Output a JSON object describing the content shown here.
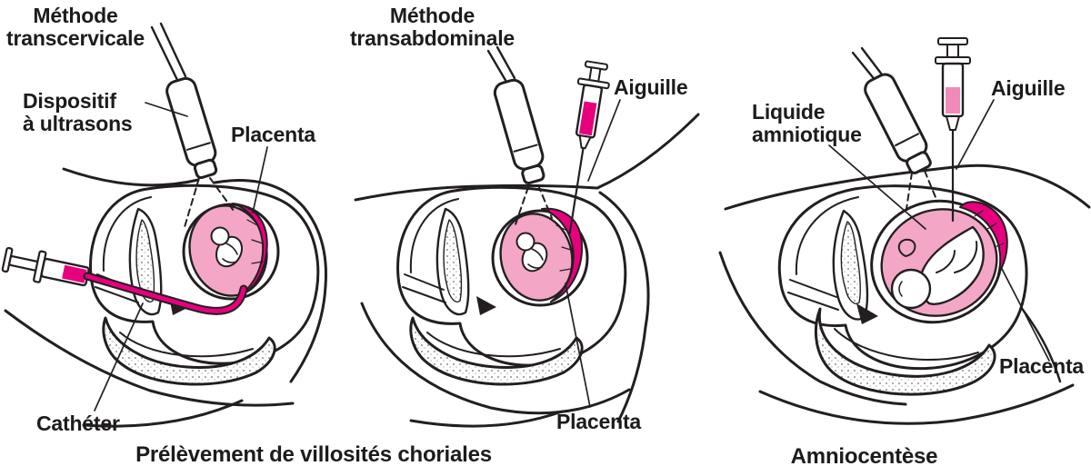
{
  "figure": {
    "panels": [
      {
        "id": "methode-transcervicale",
        "method_label": "Méthode\ntranscervicale",
        "device_label": "Dispositif\nà ultrasons",
        "placenta_label": "Placenta",
        "catheter_label": "Cathéter"
      },
      {
        "id": "methode-transabdominale",
        "method_label": "Méthode\ntransabdominale",
        "needle_label": "Aiguille",
        "placenta_label": "Placenta"
      },
      {
        "id": "amniocentese",
        "fluid_label": "Liquide\namniotique",
        "needle_label": "Aiguille",
        "placenta_label": "Placenta"
      }
    ],
    "captions": {
      "left": "Prélèvement de villosités choriales",
      "right": "Amniocentèse"
    },
    "colors": {
      "ink": "#231f20",
      "amniotic_pink": "#f3a6c6",
      "placenta_magenta": "#e6007e",
      "syringe_fluid_light": "#f08ab8"
    }
  }
}
